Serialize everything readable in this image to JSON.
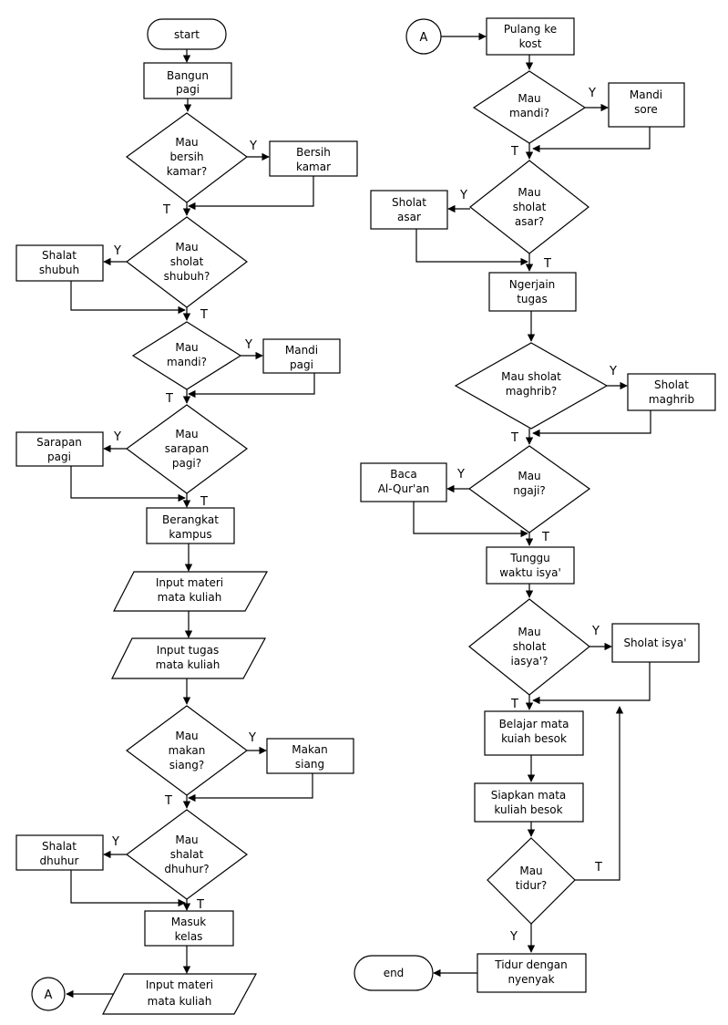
{
  "flow_left": {
    "start": "start",
    "bangun": [
      "Bangun",
      "pagi"
    ],
    "q_bersih": [
      "Mau",
      "bersih",
      "kamar?"
    ],
    "bersih": [
      "Bersih",
      "kamar"
    ],
    "q_shubuh": [
      "Mau",
      "sholat",
      "shubuh?"
    ],
    "shubuh": [
      "Shalat",
      "shubuh"
    ],
    "q_mandi": [
      "Mau",
      "mandi?"
    ],
    "mandi": [
      "Mandi",
      "pagi"
    ],
    "q_sarapan": [
      "Mau",
      "sarapan",
      "pagi?"
    ],
    "sarapan": [
      "Sarapan",
      "pagi"
    ],
    "berangkat": [
      "Berangkat",
      "kampus"
    ],
    "input_materi": [
      "Input materi",
      "mata kuliah"
    ],
    "input_tugas": [
      "Input tugas",
      "mata kuliah"
    ],
    "q_makan": [
      "Mau",
      "makan",
      "siang?"
    ],
    "makan": [
      "Makan",
      "siang"
    ],
    "q_dhuhur": [
      "Mau",
      "shalat",
      "dhuhur?"
    ],
    "dhuhur": [
      "Shalat",
      "dhuhur"
    ],
    "masuk": [
      "Masuk",
      "kelas"
    ],
    "input_materi2": [
      "Input materi",
      "mata kuliah"
    ],
    "connector": "A"
  },
  "flow_right": {
    "connector": "A",
    "pulang": [
      "Pulang ke",
      "kost"
    ],
    "q_mandi": [
      "Mau",
      "mandi?"
    ],
    "mandi": [
      "Mandi",
      "sore"
    ],
    "q_asar": [
      "Mau",
      "sholat",
      "asar?"
    ],
    "asar": [
      "Sholat",
      "asar"
    ],
    "tugas": [
      "Ngerjain",
      "tugas"
    ],
    "q_maghrib": [
      "Mau sholat",
      "maghrib?"
    ],
    "maghrib": [
      "Sholat",
      "maghrib"
    ],
    "q_ngaji": [
      "Mau",
      "ngaji?"
    ],
    "ngaji": [
      "Baca",
      "Al-Qur'an"
    ],
    "tunggu": [
      "Tunggu",
      "waktu isya'"
    ],
    "q_isya": [
      "Mau",
      "sholat",
      "iasya'?"
    ],
    "isya": [
      "Sholat isya'"
    ],
    "belajar": [
      "Belajar mata",
      "kuiah besok"
    ],
    "siapkan": [
      "Siapkan mata",
      "kuliah besok"
    ],
    "q_tidur": [
      "Mau",
      "tidur?"
    ],
    "tidur": [
      "Tidur dengan",
      "nyenyak"
    ],
    "end": "end"
  },
  "branch_labels": {
    "yes": "Y",
    "no": "T"
  }
}
